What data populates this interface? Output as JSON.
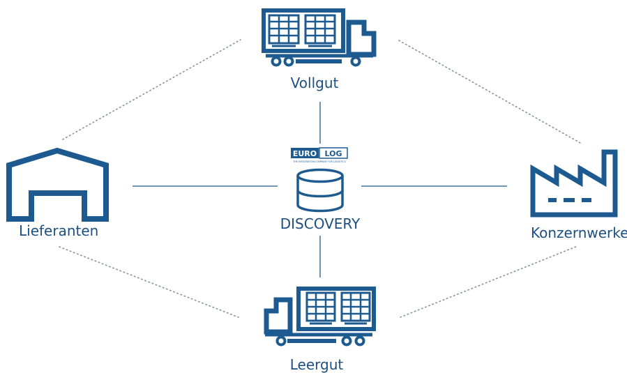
{
  "colors": {
    "primary": "#1d5a8f",
    "connector": "#1d5a8f",
    "dotted": "#8a9099",
    "label": "#1d4f80"
  },
  "nodes": {
    "vollgut": {
      "label": "Vollgut",
      "icon": "truck-full-icon"
    },
    "leergut": {
      "label": "Leergut",
      "icon": "truck-empty-icon"
    },
    "lieferanten": {
      "label": "Lieferanten",
      "icon": "warehouse-icon"
    },
    "konzernwerke": {
      "label": "Konzernwerke",
      "icon": "factory-icon"
    },
    "discovery": {
      "label": "DISCOVERY",
      "icon": "database-icon"
    }
  },
  "logo": {
    "brand_left": "EURO",
    "brand_right": "LOG",
    "tagline": "THE INTEGRATION COMPANY FOR LOGISTICS"
  }
}
